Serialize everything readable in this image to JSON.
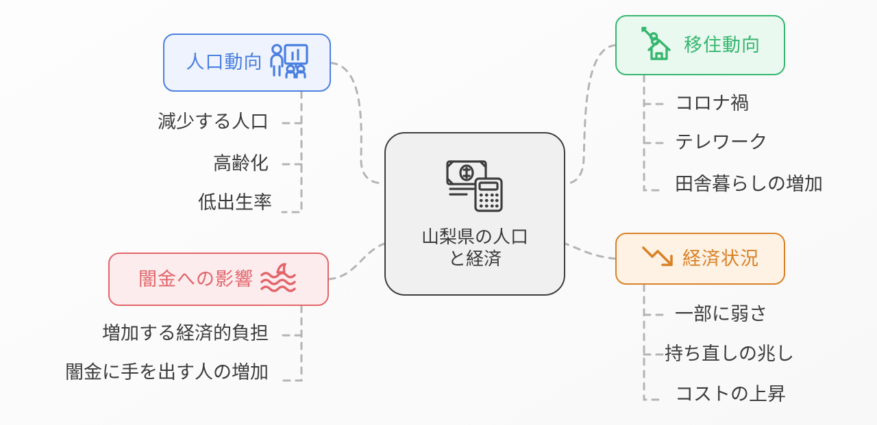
{
  "diagram": {
    "type": "mind-map",
    "background_color": "#fbfbfb",
    "center": {
      "title": "山梨県の人口と経済",
      "icon": "money-calculator-icon",
      "border_color": "#3d3d3d",
      "fill_color": "#f0f0f0",
      "text_color": "#3a3a3a"
    },
    "branches": [
      {
        "id": "population",
        "label": "人口動向",
        "icon": "presentation-people-icon",
        "color": "#4a7fe0",
        "fill_color": "#eef3fd",
        "side": "left",
        "leaves": [
          "減少する人口",
          "高齢化",
          "低出生率"
        ]
      },
      {
        "id": "migration",
        "label": "移住動向",
        "icon": "house-moving-icon",
        "color": "#36b66f",
        "fill_color": "#e9f9f0",
        "side": "right",
        "leaves": [
          "コロナ禍",
          "テレワーク",
          "田舎暮らしの増加"
        ]
      },
      {
        "id": "loan",
        "label": "闇金への影響",
        "icon": "shark-fin-waves-icon",
        "color": "#e2656a",
        "fill_color": "#fdeced",
        "side": "left",
        "leaves": [
          "増加する経済的負担",
          "闇金に手を出す人の増加"
        ]
      },
      {
        "id": "economy",
        "label": "経済状況",
        "icon": "trend-down-arrow-icon",
        "color": "#d98128",
        "fill_color": "#fdf2e3",
        "side": "right",
        "leaves": [
          "一部に弱さ",
          "持ち直しの兆し",
          "コストの上昇"
        ]
      }
    ],
    "connector_style": {
      "color": "#b4b4b4",
      "dash": "9 9",
      "width": 3
    }
  }
}
